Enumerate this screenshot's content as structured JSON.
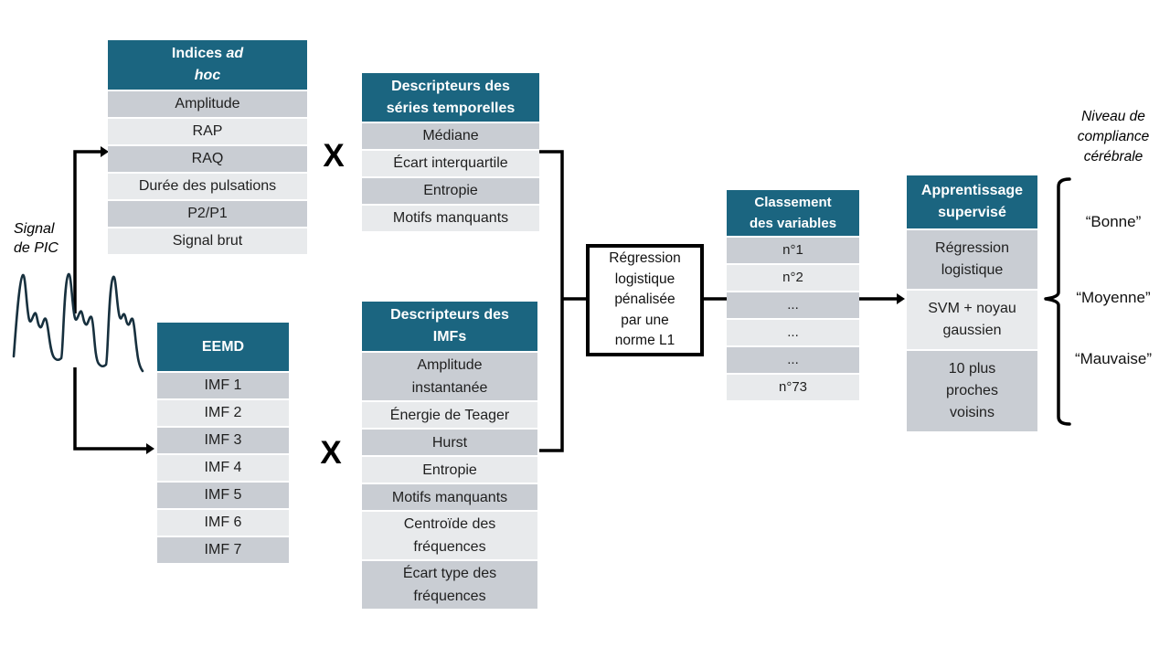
{
  "colors": {
    "header_teal": "#1B6580",
    "row_dark": "#C9CDD3",
    "row_light": "#E8EAEC",
    "line_black": "#000000",
    "signal_navy": "#17303E",
    "text_dark": "#1F1F1F"
  },
  "signal_label": {
    "lines": [
      "Signal",
      "de PIC"
    ]
  },
  "multiply_symbol": "X",
  "regression_box": {
    "lines": [
      "Régression",
      "logistique",
      "pénalisée",
      "par une",
      "norme L1"
    ]
  },
  "output": {
    "title_lines": [
      "Niveau de",
      "compliance",
      "cérébrale"
    ],
    "classes": [
      "“Bonne”",
      "“Moyenne”",
      "“Mauvaise”"
    ]
  },
  "tables": {
    "adhoc": {
      "title_lines": [
        [
          {
            "t": "Indices ",
            "i": false
          },
          {
            "t": "ad",
            "i": true
          }
        ],
        [
          {
            "t": "hoc",
            "i": true
          }
        ]
      ],
      "rows": [
        [
          "Amplitude"
        ],
        [
          "RAP"
        ],
        [
          "RAQ"
        ],
        [
          "Durée des pulsations"
        ],
        [
          "P2/P1"
        ],
        [
          "Signal brut"
        ]
      ]
    },
    "series": {
      "title_lines": [
        "Descripteurs des",
        "séries temporelles"
      ],
      "rows": [
        [
          "Médiane"
        ],
        [
          "Écart interquartile"
        ],
        [
          "Entropie"
        ],
        [
          "Motifs manquants"
        ]
      ]
    },
    "eemd": {
      "title_lines": [
        "EEMD"
      ],
      "rows": [
        [
          "IMF 1"
        ],
        [
          "IMF 2"
        ],
        [
          "IMF 3"
        ],
        [
          "IMF 4"
        ],
        [
          "IMF 5"
        ],
        [
          "IMF 6"
        ],
        [
          "IMF 7"
        ]
      ]
    },
    "imfs": {
      "title_lines": [
        "Descripteurs des",
        "IMFs"
      ],
      "rows": [
        [
          "Amplitude",
          "instantanée"
        ],
        [
          "Énergie de Teager"
        ],
        [
          "Hurst"
        ],
        [
          "Entropie"
        ],
        [
          "Motifs manquants"
        ],
        [
          "Centroïde des",
          "fréquences"
        ],
        [
          "Écart type des",
          "fréquences"
        ]
      ]
    },
    "ranking": {
      "title_lines": [
        "Classement",
        "des variables"
      ],
      "rows": [
        [
          "n°1"
        ],
        [
          "n°2"
        ],
        [
          "..."
        ],
        [
          "..."
        ],
        [
          "..."
        ],
        [
          "n°73"
        ]
      ]
    },
    "supervised": {
      "title_lines": [
        "Apprentissage",
        "supervisé"
      ],
      "rows": [
        [
          "Régression",
          "logistique"
        ],
        [
          "SVM + noyau",
          "gaussien"
        ],
        [
          "10 plus",
          "proches",
          "voisins"
        ]
      ]
    }
  }
}
